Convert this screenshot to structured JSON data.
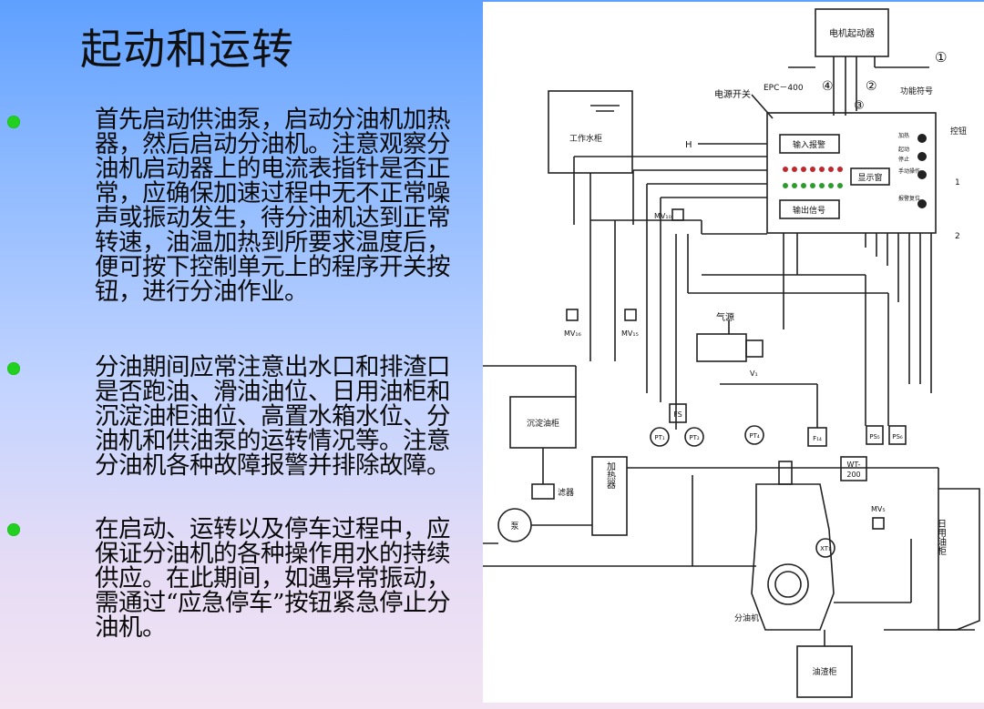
{
  "slide": {
    "title": "起动和运转",
    "bullets": [
      "首先启动供油泵，启动分油机加热器，然后启动分油机。注意观察分油机启动器上的电流表指针是否正常，应确保加速过程中无不正常噪声或振动发生，待分油机达到正常转速，油温加热到所要求温度后，便可按下控制单元上的程序开关按钮，进行分油作业。",
      "分油期间应常注意出水口和排渣口是否跑油、滑油油位、日用油柜和沉淀油柜油位、高置水箱水位、分油机和供油泵的运转情况等。注意分油机各种故障报警并排除故障。",
      "在启动、运转以及停车过程中，应保证分油机的各种操作用水的持续供应。在此期间，如遇异常振动，需通过“应急停车”按钮紧急停止分油机。"
    ],
    "bullet_color": "#22d11f"
  },
  "diagram": {
    "motor_starter": "电机起动器",
    "power_switch": "电源开关",
    "epc": "EPC－400",
    "function_symbol": "功能符号",
    "control_button": "控钮",
    "work_water_tank": "工作水柜",
    "h_label": "H",
    "input_alarm": "输入报警",
    "display": "显示窗",
    "output_signal": "输出信号",
    "func_1": "加热",
    "func_2": "起动",
    "func_3": "停止",
    "func_4": "手动操作",
    "func_5": "报警复位",
    "num_1": "1",
    "num_2": "2",
    "circle_1": "①",
    "circle_2": "②",
    "circle_3": "③",
    "circle_4": "④",
    "mv10": "MV₁₀",
    "mv16": "MV₁₆",
    "mv15": "MV₁₅",
    "air_source": "气源",
    "v1": "V₁",
    "settling_tank": "沉淀油柜",
    "fs": "FS",
    "pt1": "PT₁",
    "pt2": "PT₂",
    "pt4": "PT₄",
    "f14": "F₁₄",
    "ps5": "PS₅",
    "ps6": "PS₆",
    "filter": "滤器",
    "heater": "加热器",
    "pump": "泵",
    "wt200_a": "WT-",
    "wt200_b": "200",
    "mv5": "MV₅",
    "xt1": "XT₁",
    "daily_tank": "日用油柜",
    "separator": "分油机",
    "sludge_tank": "油渣柜"
  }
}
